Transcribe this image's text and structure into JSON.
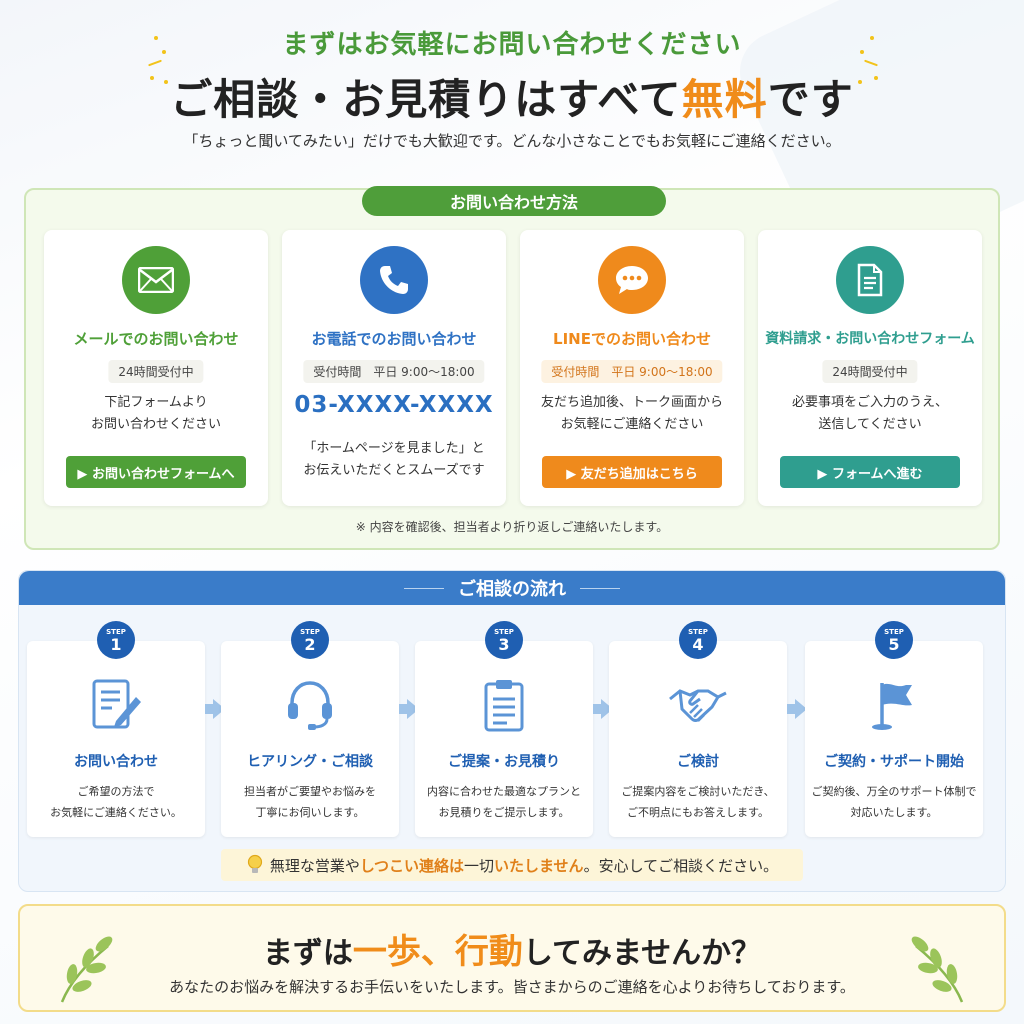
{
  "hero": {
    "subtitle": "まずはお気軽にお問い合わせください",
    "title_pre": "ご相談・お見積りはすべて",
    "title_accent": "無料",
    "title_post": "です",
    "description": "「ちょっと聞いてみたい」だけでも大歓迎です。どんな小さなことでもお気軽にご連絡ください。"
  },
  "contact": {
    "heading": "お問い合わせ方法",
    "note": "※ 内容を確認後、担当者より折り返しご連絡いたします。",
    "cards": [
      {
        "title": "メールでのお問い合わせ",
        "badge": "24時間受付中",
        "text1": "下記フォームより",
        "text2": "お問い合わせください",
        "button": "▶ お問い合わせフォームへ",
        "color": "#4fa038",
        "icon": "mail-icon"
      },
      {
        "title": "お電話でのお問い合わせ",
        "badge": "受付時間　平日 9:00〜18:00",
        "phone": "03-XXXX-XXXX",
        "text1": "「ホームページを見ました」と",
        "text2": "お伝えいただくとスムーズです",
        "color": "#2f72c4",
        "icon": "phone-icon"
      },
      {
        "title": "LINEでのお問い合わせ",
        "badge": "受付時間　平日 9:00〜18:00",
        "text1": "友だち追加後、トーク画面から",
        "text2": "お気軽にご連絡ください",
        "button": "▶ 友だち追加はこちら",
        "color": "#ef8a1c",
        "icon": "chat-icon"
      },
      {
        "title": "資料請求・お問い合わせフォーム",
        "badge": "24時間受付中",
        "text1": "必要事項をご入力のうえ、",
        "text2": "送信してください",
        "button": "▶ フォームへ進む",
        "color": "#2f9e8f",
        "icon": "document-icon"
      }
    ]
  },
  "flow": {
    "heading": "ご相談の流れ",
    "step_label": "STEP",
    "steps": [
      {
        "num": "1",
        "title": "お問い合わせ",
        "d1": "ご希望の方法で",
        "d2": "お気軽にご連絡ください。",
        "icon": "form-pen-icon"
      },
      {
        "num": "2",
        "title": "ヒアリング・ご相談",
        "d1": "担当者がご要望やお悩みを",
        "d2": "丁寧にお伺いします。",
        "icon": "headset-icon"
      },
      {
        "num": "3",
        "title": "ご提案・お見積り",
        "d1": "内容に合わせた最適なプランと",
        "d2": "お見積りをご提示します。",
        "icon": "clipboard-icon"
      },
      {
        "num": "4",
        "title": "ご検討",
        "d1": "ご提案内容をご検討いただき、",
        "d2": "ご不明点にもお答えします。",
        "icon": "handshake-icon"
      },
      {
        "num": "5",
        "title": "ご契約・サポート開始",
        "d1": "ご契約後、万全のサポート体制で",
        "d2": "対応いたします。",
        "icon": "flag-icon"
      }
    ],
    "note_pre": "無理な営業や",
    "note_hl1": "しつこい連絡は",
    "note_mid": "一切",
    "note_hl2": "いたしません",
    "note_post": "。安心してご相談ください。"
  },
  "cta": {
    "title_pre": "まずは",
    "title_big1": "一歩",
    "title_sep": "、",
    "title_big2": "行動",
    "title_post": "してみませんか？",
    "description": "あなたのお悩みを解決するお手伝いをいたします。皆さまからのご連絡を心よりお待ちしております。"
  },
  "colors": {
    "green": "#4f9e3a",
    "blue": "#3a7cc9",
    "orange": "#f08c1a",
    "teal": "#2f9e8f"
  }
}
